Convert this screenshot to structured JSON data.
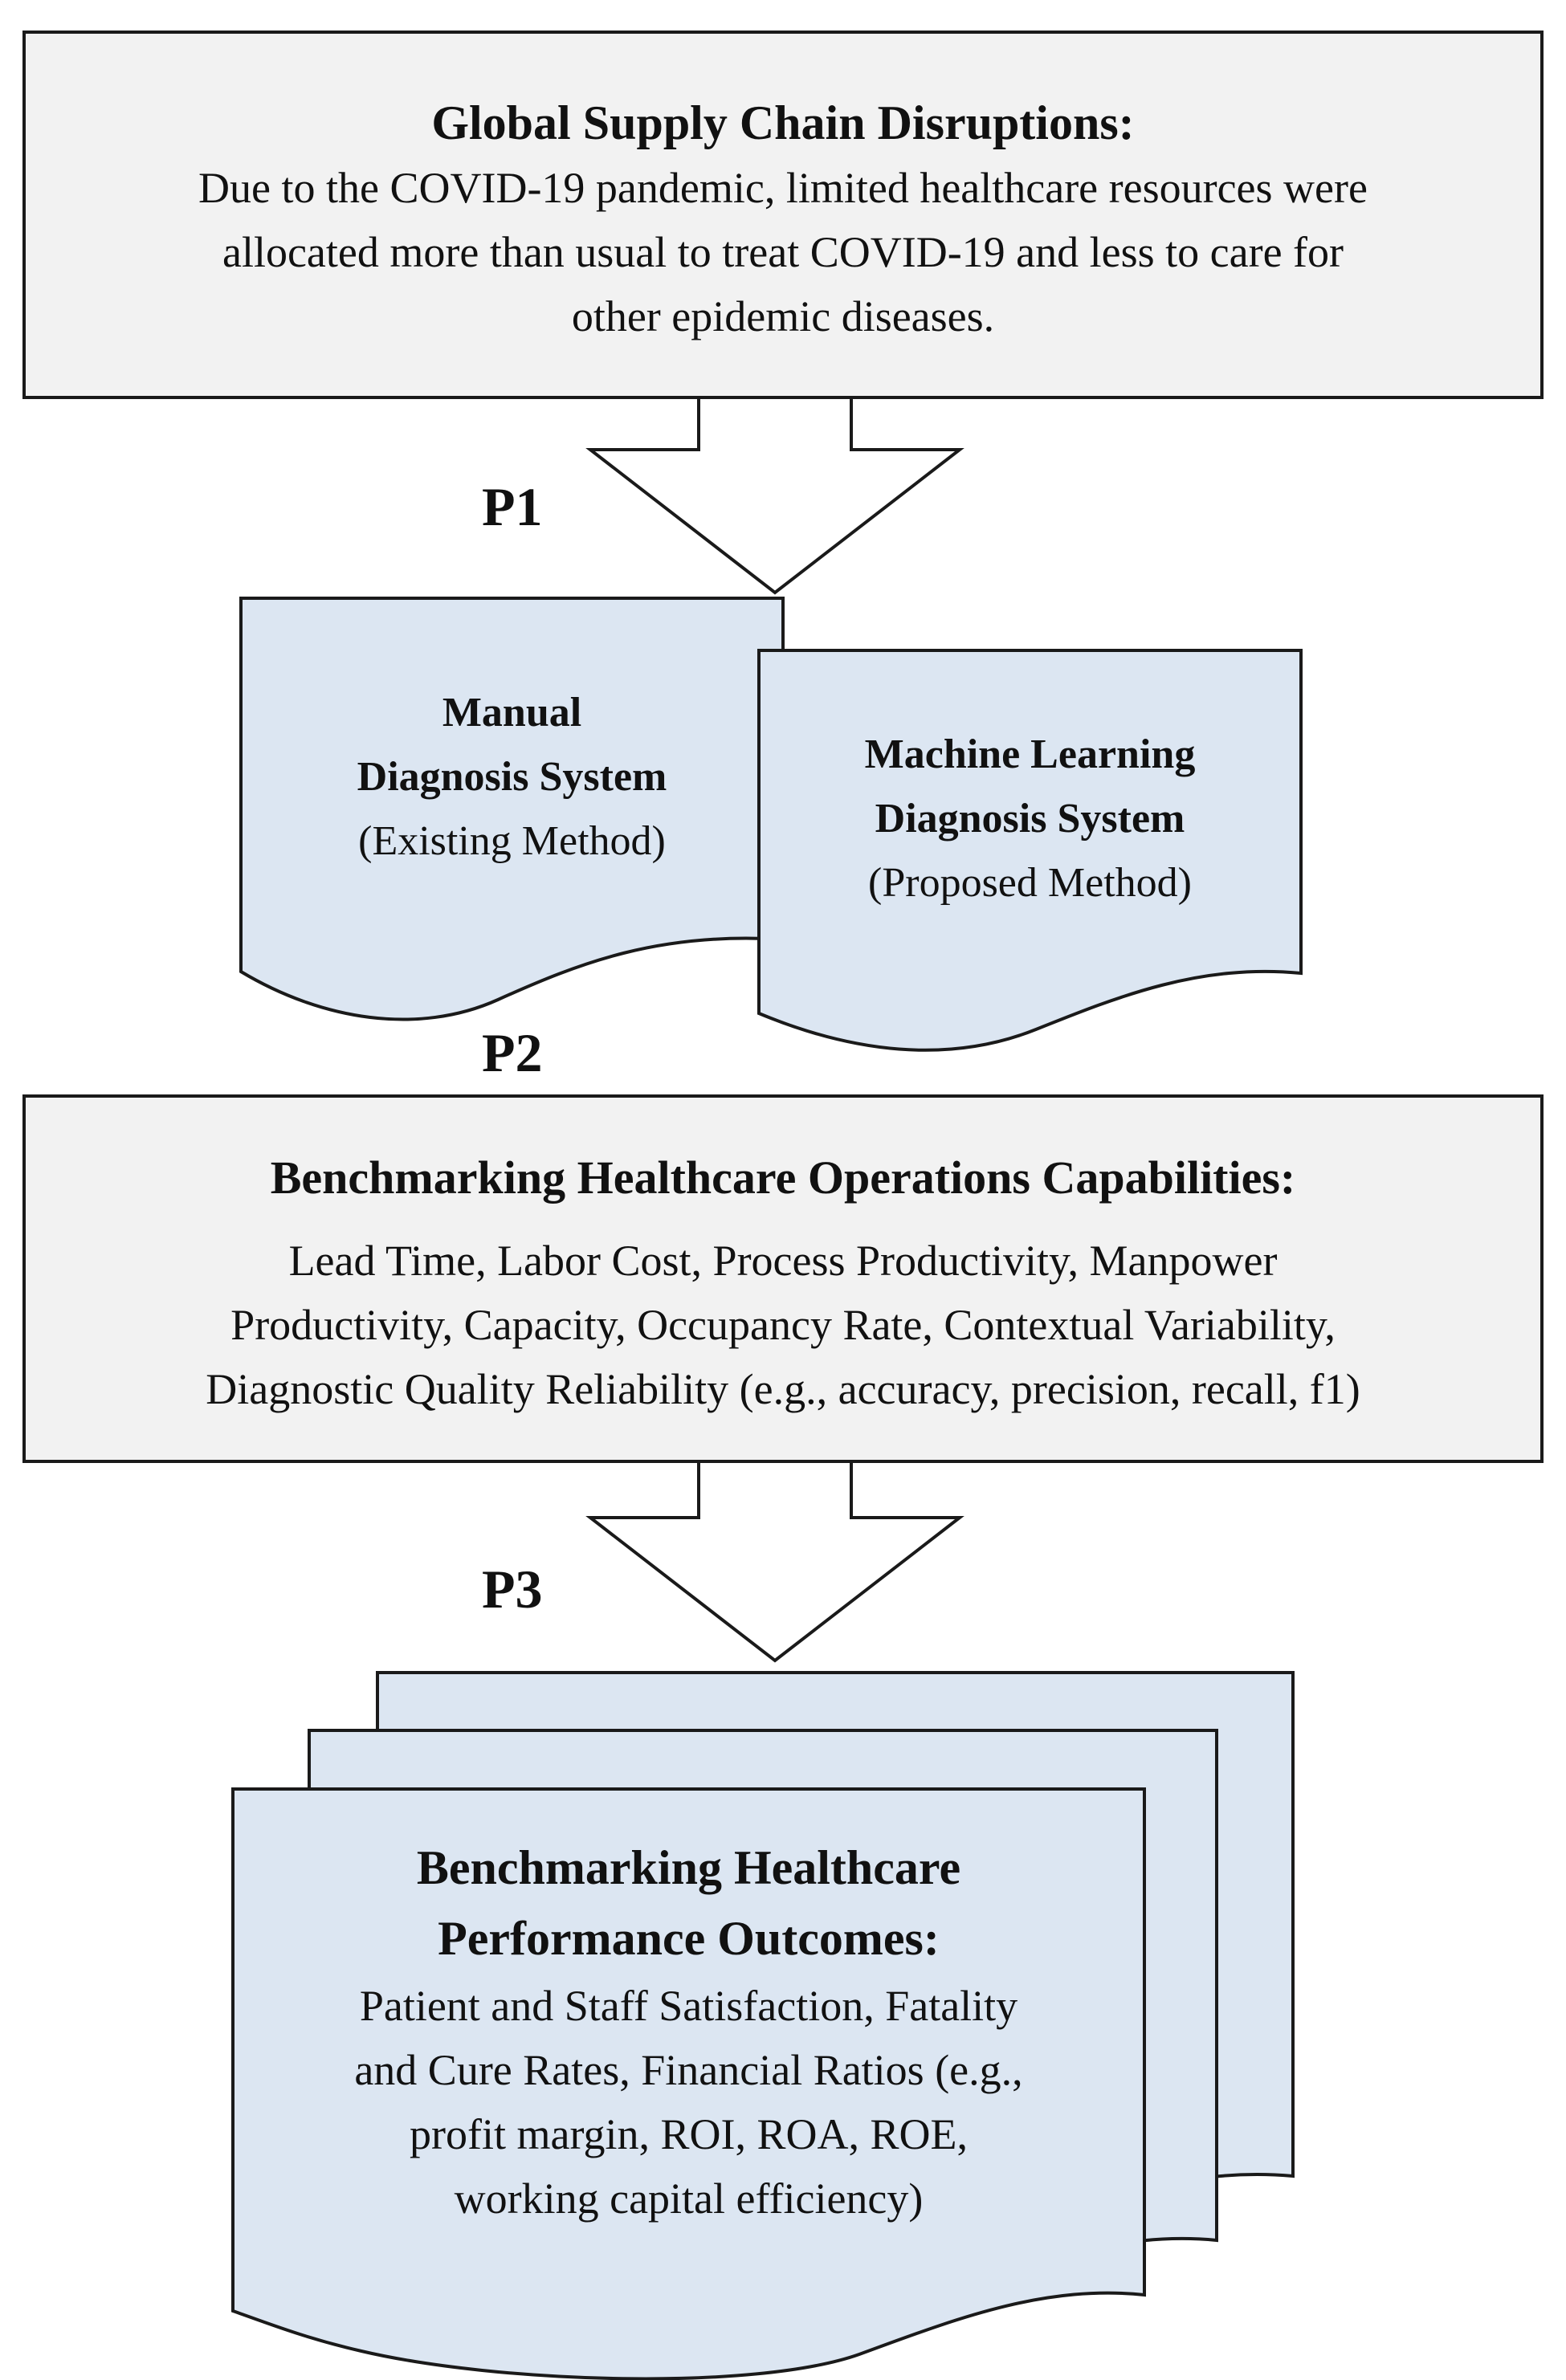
{
  "colors": {
    "grey_fill": "#f2f2f2",
    "blue_fill": "#dce6f2",
    "stroke": "#1a1a1a"
  },
  "top_box": {
    "title": "Global Supply Chain Disruptions:",
    "lines": [
      "Due to the COVID-19 pandemic, limited healthcare resources were",
      "allocated more than usual to treat COVID-19 and less to care for",
      "other epidemic diseases."
    ]
  },
  "paths": {
    "p1": "P1",
    "p2": "P2",
    "p3": "P3"
  },
  "manual_doc": {
    "title": [
      "Manual",
      "Diagnosis System"
    ],
    "subtitle": "(Existing Method)"
  },
  "ml_doc": {
    "title": [
      "Machine Learning",
      "Diagnosis System"
    ],
    "subtitle": "(Proposed Method)"
  },
  "capabilities_box": {
    "title": "Benchmarking Healthcare Operations Capabilities:",
    "lines": [
      "Lead Time, Labor Cost, Process Productivity, Manpower",
      "Productivity, Capacity, Occupancy Rate, Contextual Variability,",
      "Diagnostic Quality Reliability (e.g., accuracy, precision, recall, f1)"
    ]
  },
  "outcomes_doc": {
    "title": [
      "Benchmarking Healthcare",
      "Performance Outcomes:"
    ],
    "lines": [
      "Patient and Staff Satisfaction, Fatality",
      "and Cure Rates, Financial Ratios (e.g.,",
      "profit margin, ROI, ROA, ROE,",
      "working capital  efficiency)"
    ]
  }
}
